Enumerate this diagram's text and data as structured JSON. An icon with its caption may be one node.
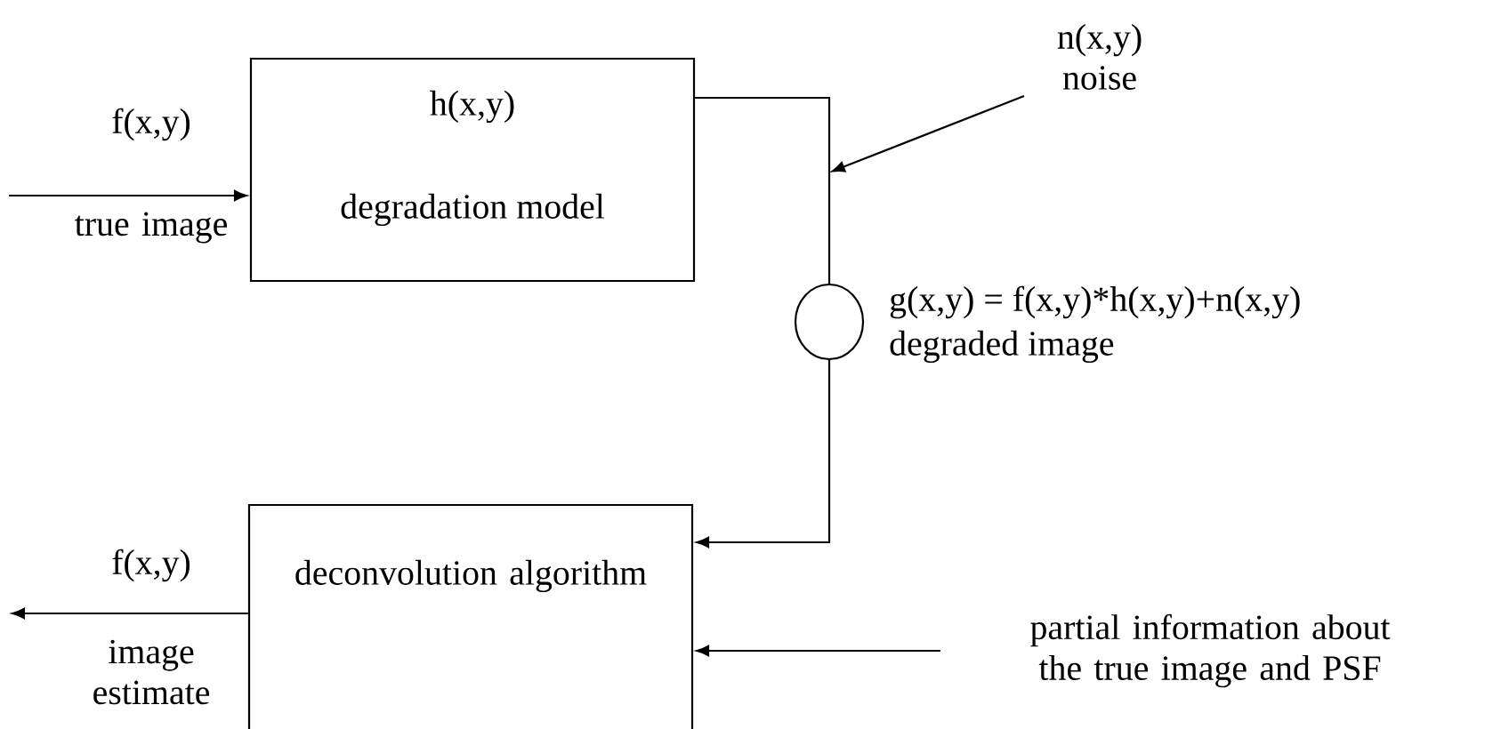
{
  "diagram": {
    "nodes": [
      {
        "text": [
          "h(x,y)",
          "degradation model"
        ]
      },
      {
        "text": [],
        "shape": "circle",
        "beside": [
          "g(x,y) = f(x,y)*h(x,y)+n(x,y)",
          "degraded image"
        ]
      },
      {
        "text": [
          "deconvolution algorithm"
        ]
      },
      {
        "text": [
          "n(x,y)",
          "noise"
        ]
      },
      {
        "text": [
          "partial information about the true image and PSF"
        ]
      }
    ],
    "edges": [
      {
        "from": null,
        "to": 0,
        "arrow": "to"
      },
      {
        "from": 0,
        "to": 1,
        "arrow": "none"
      },
      {
        "from": 3,
        "to": null,
        "arrow": "to"
      },
      {
        "from": 1,
        "to": 2,
        "arrow": "to"
      },
      {
        "from": 4,
        "to": 2,
        "arrow": "to"
      },
      {
        "from": 2,
        "to": null,
        "arrow": "to"
      }
    ],
    "labels": [
      "f(x,y)",
      "true image",
      "f(x,y)",
      "image estimate"
    ]
  }
}
